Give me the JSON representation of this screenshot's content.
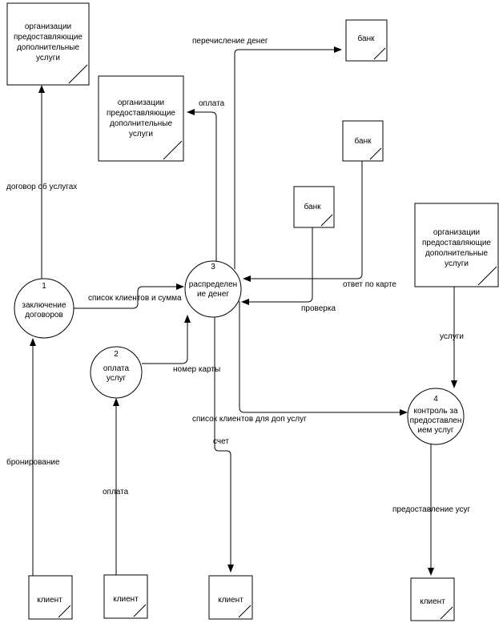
{
  "entities": {
    "org_top_left": [
      "организации",
      "предоставляющие",
      "дополнительные",
      "услуги"
    ],
    "org_middle": [
      "организации",
      "предоставляющие",
      "дополнительные",
      "услуги"
    ],
    "org_right": [
      "организации",
      "предоставляющие",
      "дополнительные",
      "услуги"
    ],
    "bank_top": "банк",
    "bank_mid_right": "банк",
    "bank_mid_left": "банк",
    "client_1": "клиент",
    "client_2": "клиент",
    "client_3": "клиент",
    "client_4": "клиент"
  },
  "processes": {
    "p1": {
      "number": "1",
      "lines": [
        "заключение",
        "договоров"
      ]
    },
    "p2": {
      "number": "2",
      "lines": [
        "оплата",
        "услуг"
      ]
    },
    "p3": {
      "number": "3",
      "lines": [
        "распределен",
        "ие денег"
      ]
    },
    "p4": {
      "number": "4",
      "lines": [
        "контроль за",
        "предоставлен",
        "ием услуг"
      ]
    }
  },
  "flows": {
    "dogovor": "договор об услугах",
    "bronirovanie": "бронирование",
    "oplata_client": "оплата",
    "spisok_summa": "список клиентов и сумма",
    "nomer_karty": "номер карты",
    "perechislenie": "перечисление денег",
    "oplata_org": "оплата",
    "otvet": "ответ по карте",
    "proverka": "проверка",
    "spisok_dop": "список клиентов для доп услуг",
    "schet": "счет",
    "uslugi": "услуги",
    "predostavlenie": "предоставление усуг"
  }
}
